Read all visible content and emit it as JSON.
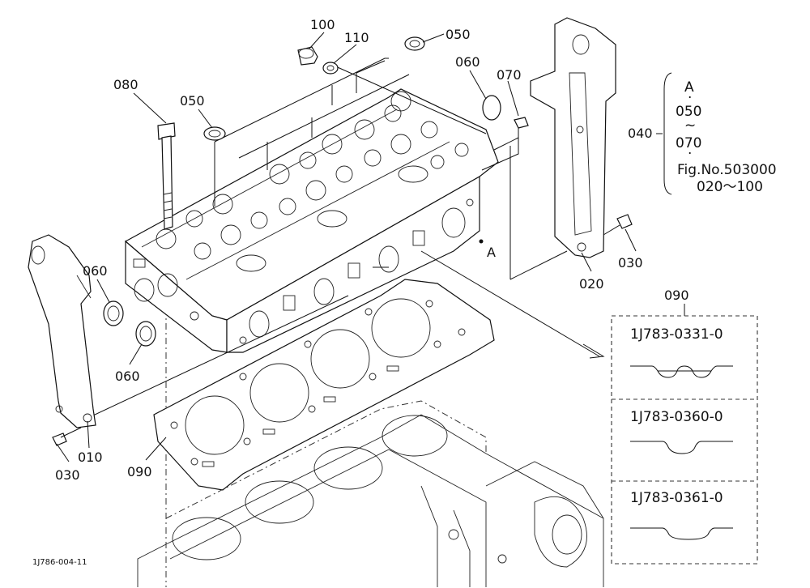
{
  "callouts": {
    "c010": "010",
    "c020": "020",
    "c030_left": "030",
    "c030_right": "030",
    "c040": "040",
    "c050_top": "050",
    "c050_left": "050",
    "c060_top": "060",
    "c060_left_a": "060",
    "c060_left_b": "060",
    "c070": "070",
    "c080": "080",
    "c090_gasket": "090",
    "c090_box": "090",
    "c100": "100",
    "c110": "110",
    "ref_a": "A"
  },
  "group_040": {
    "line1": "A",
    "line2": "050",
    "line3": "070",
    "line4": "Fig.No.503000",
    "line5": "020～100"
  },
  "gasket_variants": [
    {
      "part_no": "1J783-0331-0"
    },
    {
      "part_no": "1J783-0360-0"
    },
    {
      "part_no": "1J783-0361-0"
    }
  ],
  "figure_code": "1J786-004-11"
}
